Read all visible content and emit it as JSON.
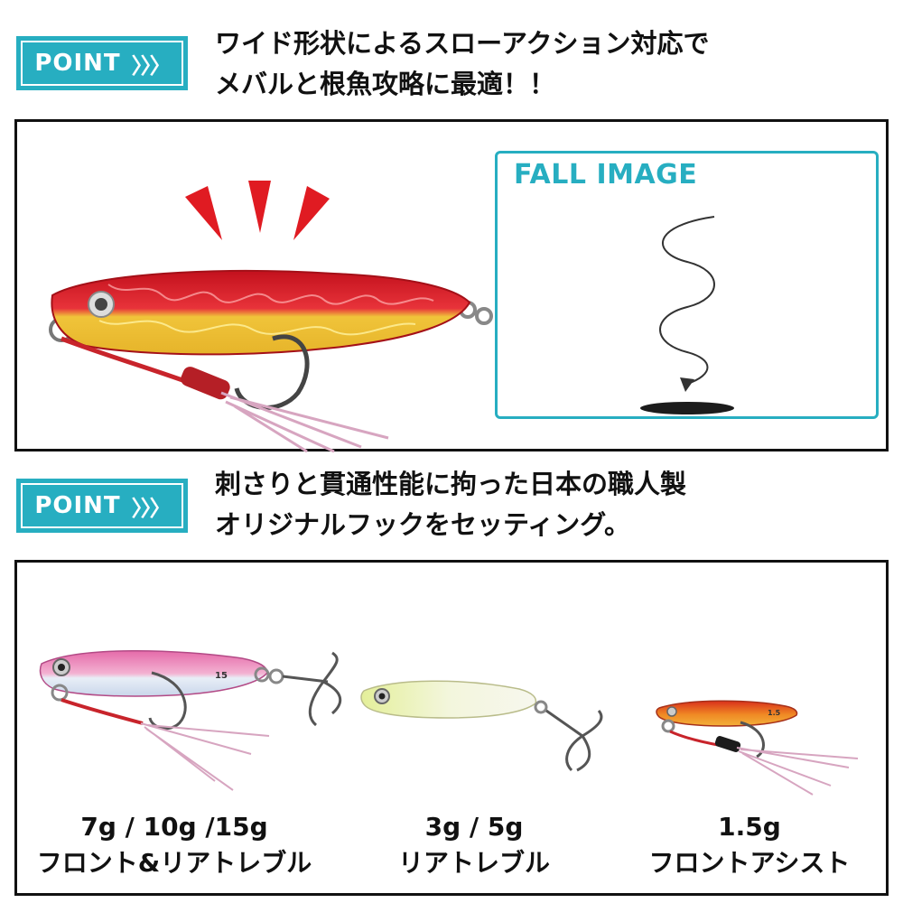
{
  "point1": {
    "badge_label": "POINT",
    "badge_chevrons": "〉〉〉",
    "headline_line1": "ワイド形状によるスローアクション対応で",
    "headline_line2": "メバルと根魚攻略に最適！！"
  },
  "fall_image": {
    "title": "FALL IMAGE"
  },
  "point2": {
    "badge_label": "POINT",
    "badge_chevrons": "〉〉〉",
    "headline_line1": "刺さりと貫通性能に拘った日本の職人製",
    "headline_line2": "オリジナルフックをセッティング。"
  },
  "products": [
    {
      "weight": "7g / 10g /15g",
      "hook_type": "フロント&リアトレブル",
      "body_mark": "15"
    },
    {
      "weight": "3g / 5g",
      "hook_type": "リアトレブル"
    },
    {
      "weight": "1.5g",
      "hook_type": "フロントアシスト",
      "body_mark": "1.5"
    }
  ],
  "colors": {
    "accent": "#27aec1",
    "lure1_top": "#d8202a",
    "lure1_belly": "#e8c232",
    "lure2_top": "#e985b8",
    "lure3_body": "#f1f3d2",
    "lure4_top": "#e04a22",
    "hook": "#555555",
    "thread": "#c8242b"
  }
}
